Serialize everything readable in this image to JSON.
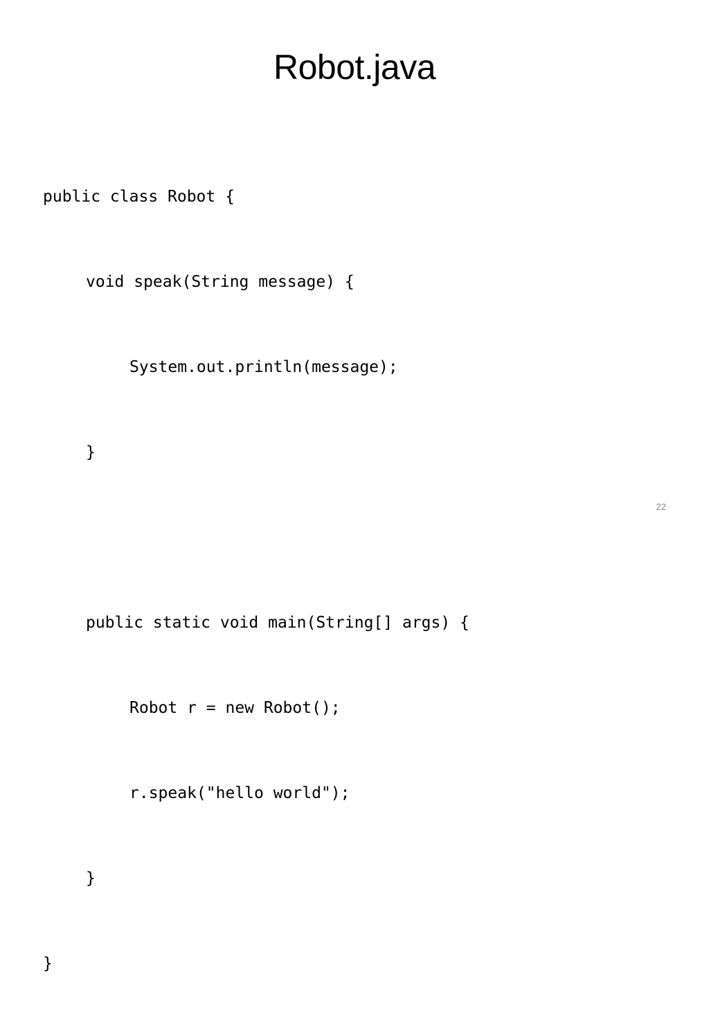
{
  "slide": {
    "title": "Robot.java",
    "code_lines": [
      "public class Robot {",
      "void speak(String message) {",
      "System.out.println(message);",
      "}",
      "",
      "public static void main(String[] args) {",
      "Robot r = new Robot();",
      "r.speak(\"hello world\");",
      "}",
      "}"
    ],
    "page_number": "22"
  }
}
